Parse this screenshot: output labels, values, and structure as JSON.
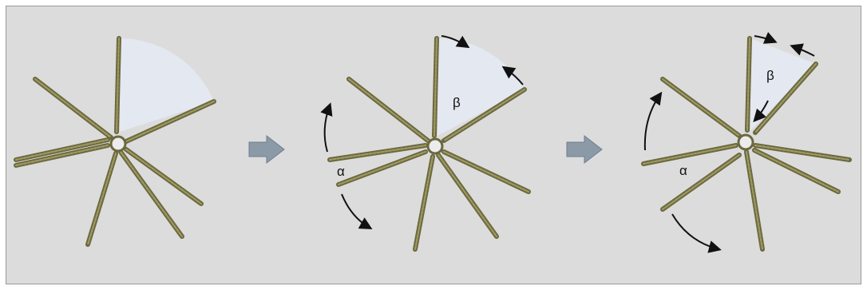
{
  "labels": {
    "alpha": "α",
    "beta": "β"
  },
  "panels": [
    {
      "id": "initial",
      "shows_alpha": false,
      "shows_beta": false
    },
    {
      "id": "intermediate",
      "shows_alpha": true,
      "shows_beta": true
    },
    {
      "id": "final",
      "shows_alpha": true,
      "shows_beta": true
    }
  ],
  "colors": {
    "background": "#dcdcdc",
    "sector_fill": "#e4e8f0",
    "leg_base": "#6b6840",
    "leg_highlight": "#9e9a60",
    "arrow_icon_fill": "#8c9aa8",
    "rotation_arrow": "#111111"
  },
  "icons": [
    "right-arrow-icon",
    "rotation-arrow-icon"
  ]
}
